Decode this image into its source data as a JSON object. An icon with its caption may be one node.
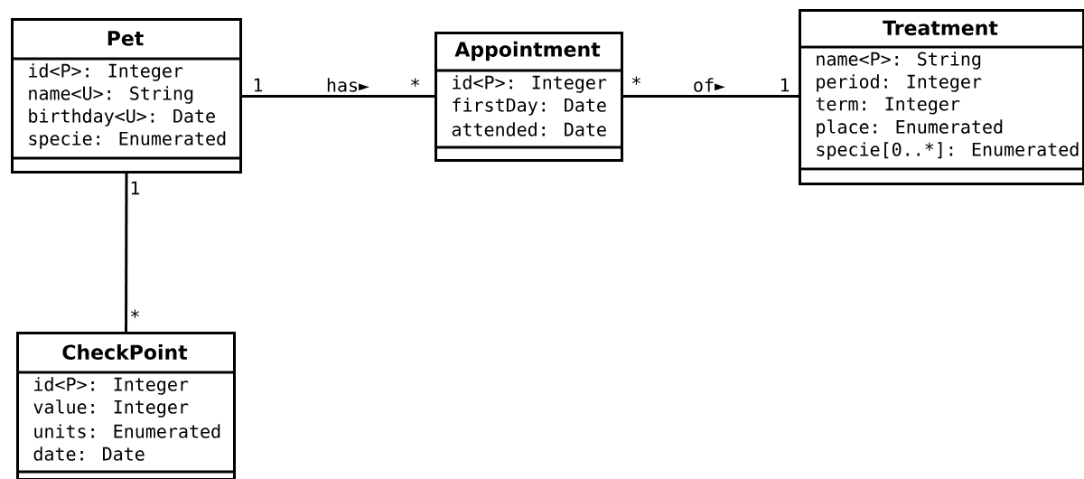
{
  "diagram": {
    "nodes": [
      {
        "text": [
          "Pet",
          "id<P>: Integer",
          "name<U>: String",
          "birthday<U>: Date",
          "specie: Enumerated"
        ]
      },
      {
        "text": [
          "Appointment",
          "id<P>: Integer",
          "firstDay: Date",
          "attended: Date"
        ]
      },
      {
        "text": [
          "Treatment",
          "name<P>: String",
          "period: Integer",
          "term: Integer",
          "place: Enumerated",
          "specie[0..*]: Enumerated"
        ]
      },
      {
        "text": [
          "CheckPoint",
          "id<P>: Integer",
          "value: Integer",
          "units: Enumerated",
          "date: Date"
        ]
      }
    ],
    "edges": [
      {
        "from": 0,
        "to": 1,
        "arrow": "none",
        "label": "has►"
      },
      {
        "from": 1,
        "to": 2,
        "arrow": "none",
        "label": "of►"
      },
      {
        "from": 0,
        "to": 3,
        "arrow": "none"
      }
    ],
    "labels": [
      "1",
      "*",
      "*",
      "1",
      "1",
      "*"
    ]
  }
}
